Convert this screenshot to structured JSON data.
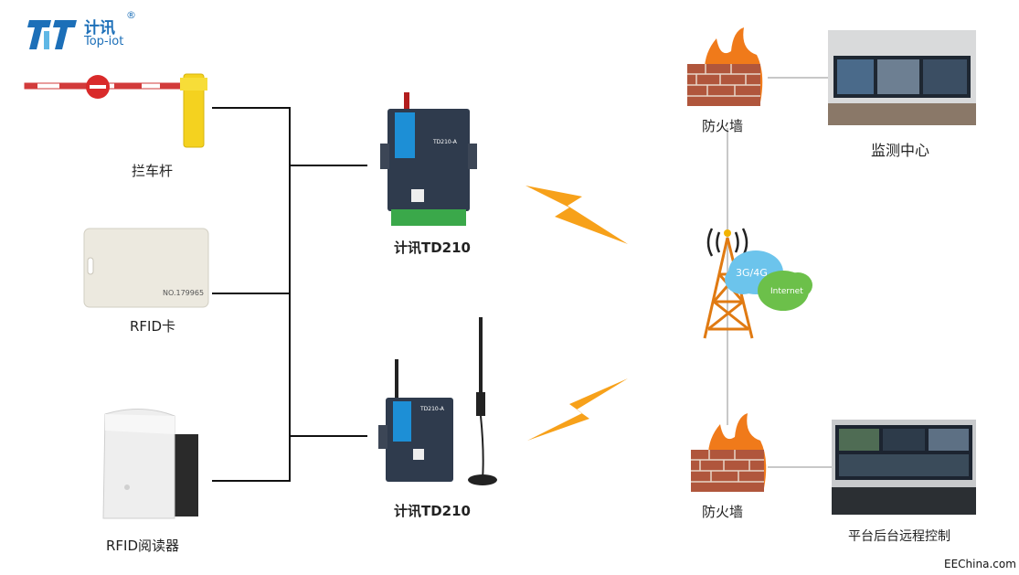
{
  "logo": {
    "brand_cn": "计讯",
    "brand_en": "Top-iot",
    "reg": "®"
  },
  "devices": {
    "barrier": "拦车杆",
    "rfid_card": "RFID卡",
    "rfid_card_number": "NO.179965",
    "rfid_reader": "RFID阅读器",
    "router_top": "计讯TD210",
    "router_bottom": "计讯TD210",
    "router_model": "TD210-A"
  },
  "network": {
    "firewall_top": "防火墙",
    "firewall_bottom": "防火墙",
    "monitor_center": "监测中心",
    "remote_platform": "平台后台远程控制",
    "cloud_3g": "3G/4G",
    "cloud_internet": "Internet"
  },
  "watermark": "EEChina.com",
  "colors": {
    "brand_blue": "#1c6fb8",
    "bolt_orange": "#f7a11a",
    "tower_orange": "#e07a12",
    "cloud_blue": "#6cc4ec",
    "cloud_green": "#6cc04a"
  }
}
